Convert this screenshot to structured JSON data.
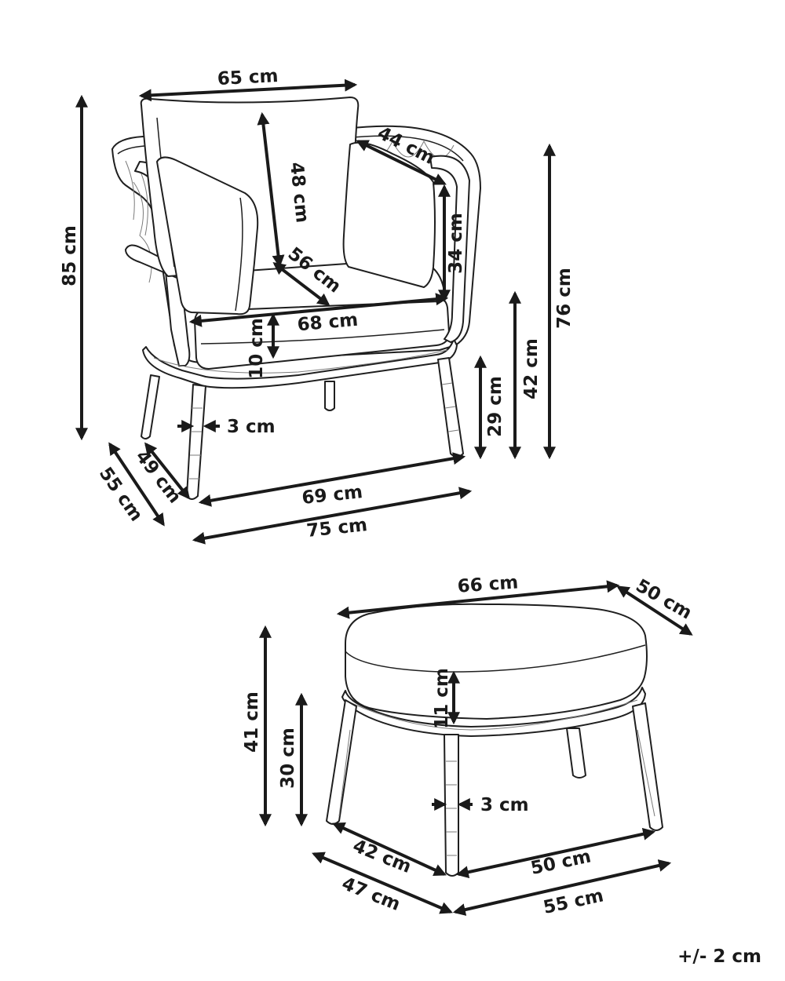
{
  "armchair": {
    "dims": {
      "width_top": "65 cm",
      "back_cushion_height": "48 cm",
      "armrest_depth": "44 cm",
      "armrest_height": "34 cm",
      "seat_depth": "56 cm",
      "seat_width": "68 cm",
      "cushion_thickness": "10 cm",
      "total_height": "85 cm",
      "back_height": "76 cm",
      "seat_height": "42 cm",
      "frame_height": "29 cm",
      "leg_diameter": "3 cm",
      "leg_depth": "49 cm",
      "total_depth": "55 cm",
      "leg_width": "69 cm",
      "total_width": "75 cm"
    }
  },
  "ottoman": {
    "dims": {
      "top_width": "66 cm",
      "top_depth": "50 cm",
      "cushion_thickness": "11 cm",
      "total_height": "41 cm",
      "frame_height": "30 cm",
      "leg_diameter": "3 cm",
      "leg_depth": "42 cm",
      "total_depth": "47 cm",
      "leg_width": "50 cm",
      "total_width": "55 cm"
    }
  },
  "tolerance": "+/- 2 cm",
  "colors": {
    "line": "#1a1a1a",
    "background": "#ffffff"
  }
}
